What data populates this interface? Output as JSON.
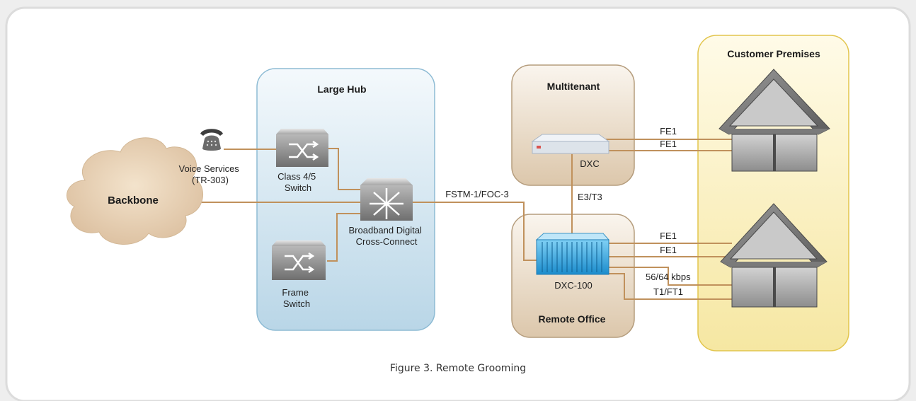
{
  "regions": {
    "large_hub": "Large Hub",
    "multitenant": "Multitenant",
    "remote_office": "Remote Office",
    "customer_premises": "Customer Premises"
  },
  "cloud": {
    "label": "Backbone"
  },
  "devices": {
    "voice_services_line1": "Voice Services",
    "voice_services_line2": "(TR-303)",
    "class_switch_line1": "Class 4/5",
    "class_switch_line2": "Switch",
    "frame_switch_line1": "Frame",
    "frame_switch_line2": "Switch",
    "bdcc_line1": "Broadband Digital",
    "bdcc_line2": "Cross-Connect",
    "dxc": "DXC",
    "dxc100": "DXC-100"
  },
  "links": {
    "fstm": "FSTM-1/FOC-3",
    "e3t3": "E3/T3",
    "fe1_a": "FE1",
    "fe1_b": "FE1",
    "fe1_c": "FE1",
    "fe1_d": "FE1",
    "kbps": "56/64 kbps",
    "t1ft1": "T1/FT1"
  },
  "caption": "Figure 3. Remote Grooming"
}
